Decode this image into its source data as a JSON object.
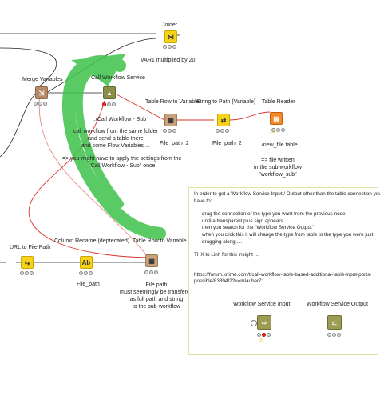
{
  "colors": {
    "note_border": "#d6e6a0",
    "annotation_green": "#3ec24a",
    "connection_red": "#d9342b",
    "flow_var_red": "#e0453a"
  },
  "nodes": {
    "joiner": {
      "name": "Joiner",
      "annotation": "VAR1 multiplied by 20",
      "icon": "joiner-icon"
    },
    "merge_variables": {
      "name": "Merge Variables",
      "icon": "merge-variables-icon"
    },
    "call_workflow": {
      "name": "Call Workflow Service",
      "annotation": "../Call Workflow - Sub",
      "icon": "call-workflow-icon"
    },
    "table_row_to_variable_1": {
      "name": "Table Row to Variable",
      "annotation": "File_path_2",
      "icon": "table-row-to-variable-icon"
    },
    "string_to_path": {
      "name": "String to Path (Variable)",
      "annotation": "File_path_2",
      "icon": "string-to-path-icon"
    },
    "table_reader": {
      "name": "Table Reader",
      "annotation": "../new_file.table",
      "icon": "table-reader-icon"
    },
    "url_to_file_path": {
      "name": "URL to File Path",
      "icon": "url-to-file-path-icon"
    },
    "column_rename": {
      "name": "Column Rename (deprecated)",
      "annotation": "File_path",
      "icon": "column-rename-icon"
    },
    "table_row_to_variable_2": {
      "name": "Table Row to Variable",
      "annotation_lines": [
        "File path",
        "must seemingly be transfered",
        "as full path and string",
        "to the sub-workflow"
      ],
      "icon": "table-row-to-variable-icon"
    },
    "workflow_service_input": {
      "name": "Workflow Service Input",
      "icon": "workflow-service-input-icon"
    },
    "workflow_service_output": {
      "name": "Workflow Service Output",
      "icon": "workflow-service-output-icon"
    }
  },
  "comments": {
    "call_workflow_note": [
      "call workflow from the same folder",
      "and send a table there",
      "and some Flow Variables ..."
    ],
    "apply_settings_note": [
      "=> you might have to apply the settings from the",
      "\"Call Workflow - Sub\" once"
    ],
    "file_written_note": [
      "=> file written",
      "in the sub-workflow",
      "\"workflow_sub\""
    ]
  },
  "note_box": {
    "intro": [
      "In order to get a Workflow Service Input / Output other than the table connection you",
      "have to:"
    ],
    "steps": [
      "drag the connection of the type you want from the previous node",
      "until a transparent plus sign appears",
      "then you search for the \"Workflow Service Output\"",
      "when you click this it will change the type from table to the type you were just",
      "dragging along ...."
    ],
    "thanks": "THX to Linh for this insight ...",
    "link": [
      "https://forum.knime.com/t/call-workflow-table-based-additional-table-input-ports-",
      "possible/83894/2?u=mlauber71"
    ]
  }
}
